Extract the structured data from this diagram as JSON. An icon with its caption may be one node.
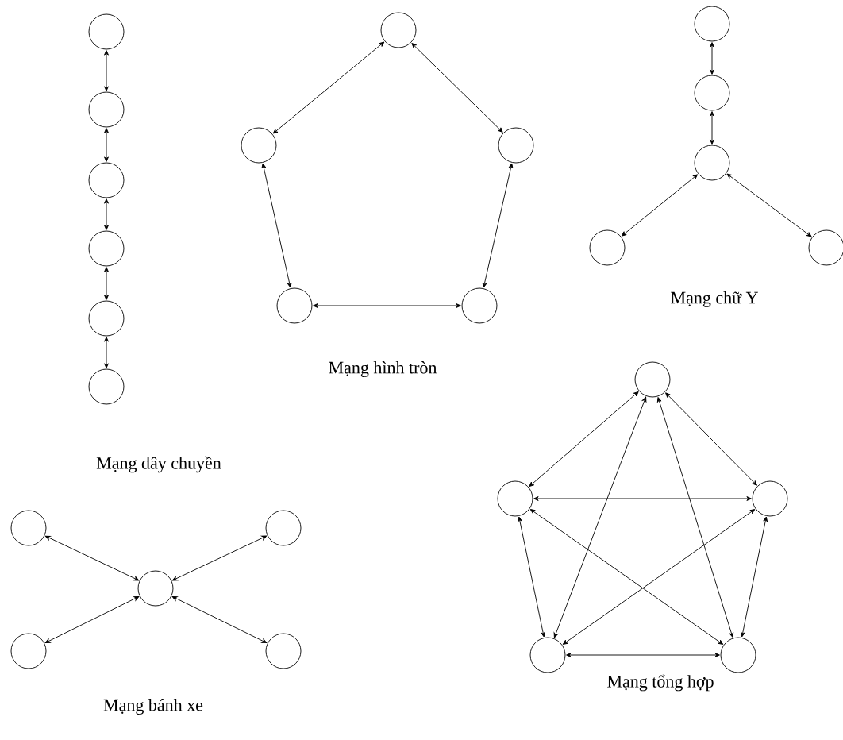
{
  "diagram": {
    "nodes": [
      {
        "text": [],
        "shape": "circle"
      },
      {
        "text": [],
        "shape": "circle"
      },
      {
        "text": [],
        "shape": "circle"
      },
      {
        "text": [],
        "shape": "circle"
      },
      {
        "text": [],
        "shape": "circle"
      },
      {
        "text": [],
        "shape": "circle"
      },
      {
        "text": [],
        "shape": "circle"
      },
      {
        "text": [],
        "shape": "circle"
      },
      {
        "text": [],
        "shape": "circle"
      },
      {
        "text": [],
        "shape": "circle"
      },
      {
        "text": [],
        "shape": "circle"
      },
      {
        "text": [],
        "shape": "circle"
      },
      {
        "text": [],
        "shape": "circle"
      },
      {
        "text": [],
        "shape": "circle"
      },
      {
        "text": [],
        "shape": "circle"
      },
      {
        "text": [],
        "shape": "circle"
      },
      {
        "text": [],
        "shape": "circle"
      },
      {
        "text": [],
        "shape": "circle"
      },
      {
        "text": [],
        "shape": "circle"
      },
      {
        "text": [],
        "shape": "circle"
      },
      {
        "text": [],
        "shape": "circle"
      },
      {
        "text": [],
        "shape": "circle"
      },
      {
        "text": [],
        "shape": "circle"
      },
      {
        "text": [],
        "shape": "circle"
      },
      {
        "text": [],
        "shape": "circle"
      },
      {
        "text": [],
        "shape": "circle"
      }
    ],
    "edges": [
      {
        "from": 0,
        "to": 1,
        "arrow": "both"
      },
      {
        "from": 1,
        "to": 2,
        "arrow": "both"
      },
      {
        "from": 2,
        "to": 3,
        "arrow": "both"
      },
      {
        "from": 3,
        "to": 4,
        "arrow": "both"
      },
      {
        "from": 4,
        "to": 5,
        "arrow": "both"
      },
      {
        "from": 6,
        "to": 7,
        "arrow": "both"
      },
      {
        "from": 6,
        "to": 8,
        "arrow": "both"
      },
      {
        "from": 7,
        "to": 9,
        "arrow": "both"
      },
      {
        "from": 8,
        "to": 10,
        "arrow": "both"
      },
      {
        "from": 9,
        "to": 10,
        "arrow": "both"
      },
      {
        "from": 11,
        "to": 12,
        "arrow": "both"
      },
      {
        "from": 12,
        "to": 13,
        "arrow": "both"
      },
      {
        "from": 13,
        "to": 14,
        "arrow": "both"
      },
      {
        "from": 13,
        "to": 15,
        "arrow": "both"
      },
      {
        "from": 16,
        "to": 18,
        "arrow": "both"
      },
      {
        "from": 17,
        "to": 18,
        "arrow": "both"
      },
      {
        "from": 19,
        "to": 18,
        "arrow": "both"
      },
      {
        "from": 20,
        "to": 18,
        "arrow": "both"
      },
      {
        "from": 21,
        "to": 22,
        "arrow": "both"
      },
      {
        "from": 21,
        "to": 23,
        "arrow": "both"
      },
      {
        "from": 21,
        "to": 24,
        "arrow": "both"
      },
      {
        "from": 21,
        "to": 25,
        "arrow": "both"
      },
      {
        "from": 22,
        "to": 23,
        "arrow": "both"
      },
      {
        "from": 22,
        "to": 24,
        "arrow": "both"
      },
      {
        "from": 22,
        "to": 25,
        "arrow": "both"
      },
      {
        "from": 23,
        "to": 24,
        "arrow": "both"
      },
      {
        "from": 23,
        "to": 25,
        "arrow": "both"
      },
      {
        "from": 24,
        "to": 25,
        "arrow": "both"
      }
    ],
    "labels": [
      "Mạng chữ Y",
      "Mạng hình tròn",
      "Mạng dây chuyền",
      "Mạng tổng hợp",
      "Mạng bánh xe"
    ]
  }
}
